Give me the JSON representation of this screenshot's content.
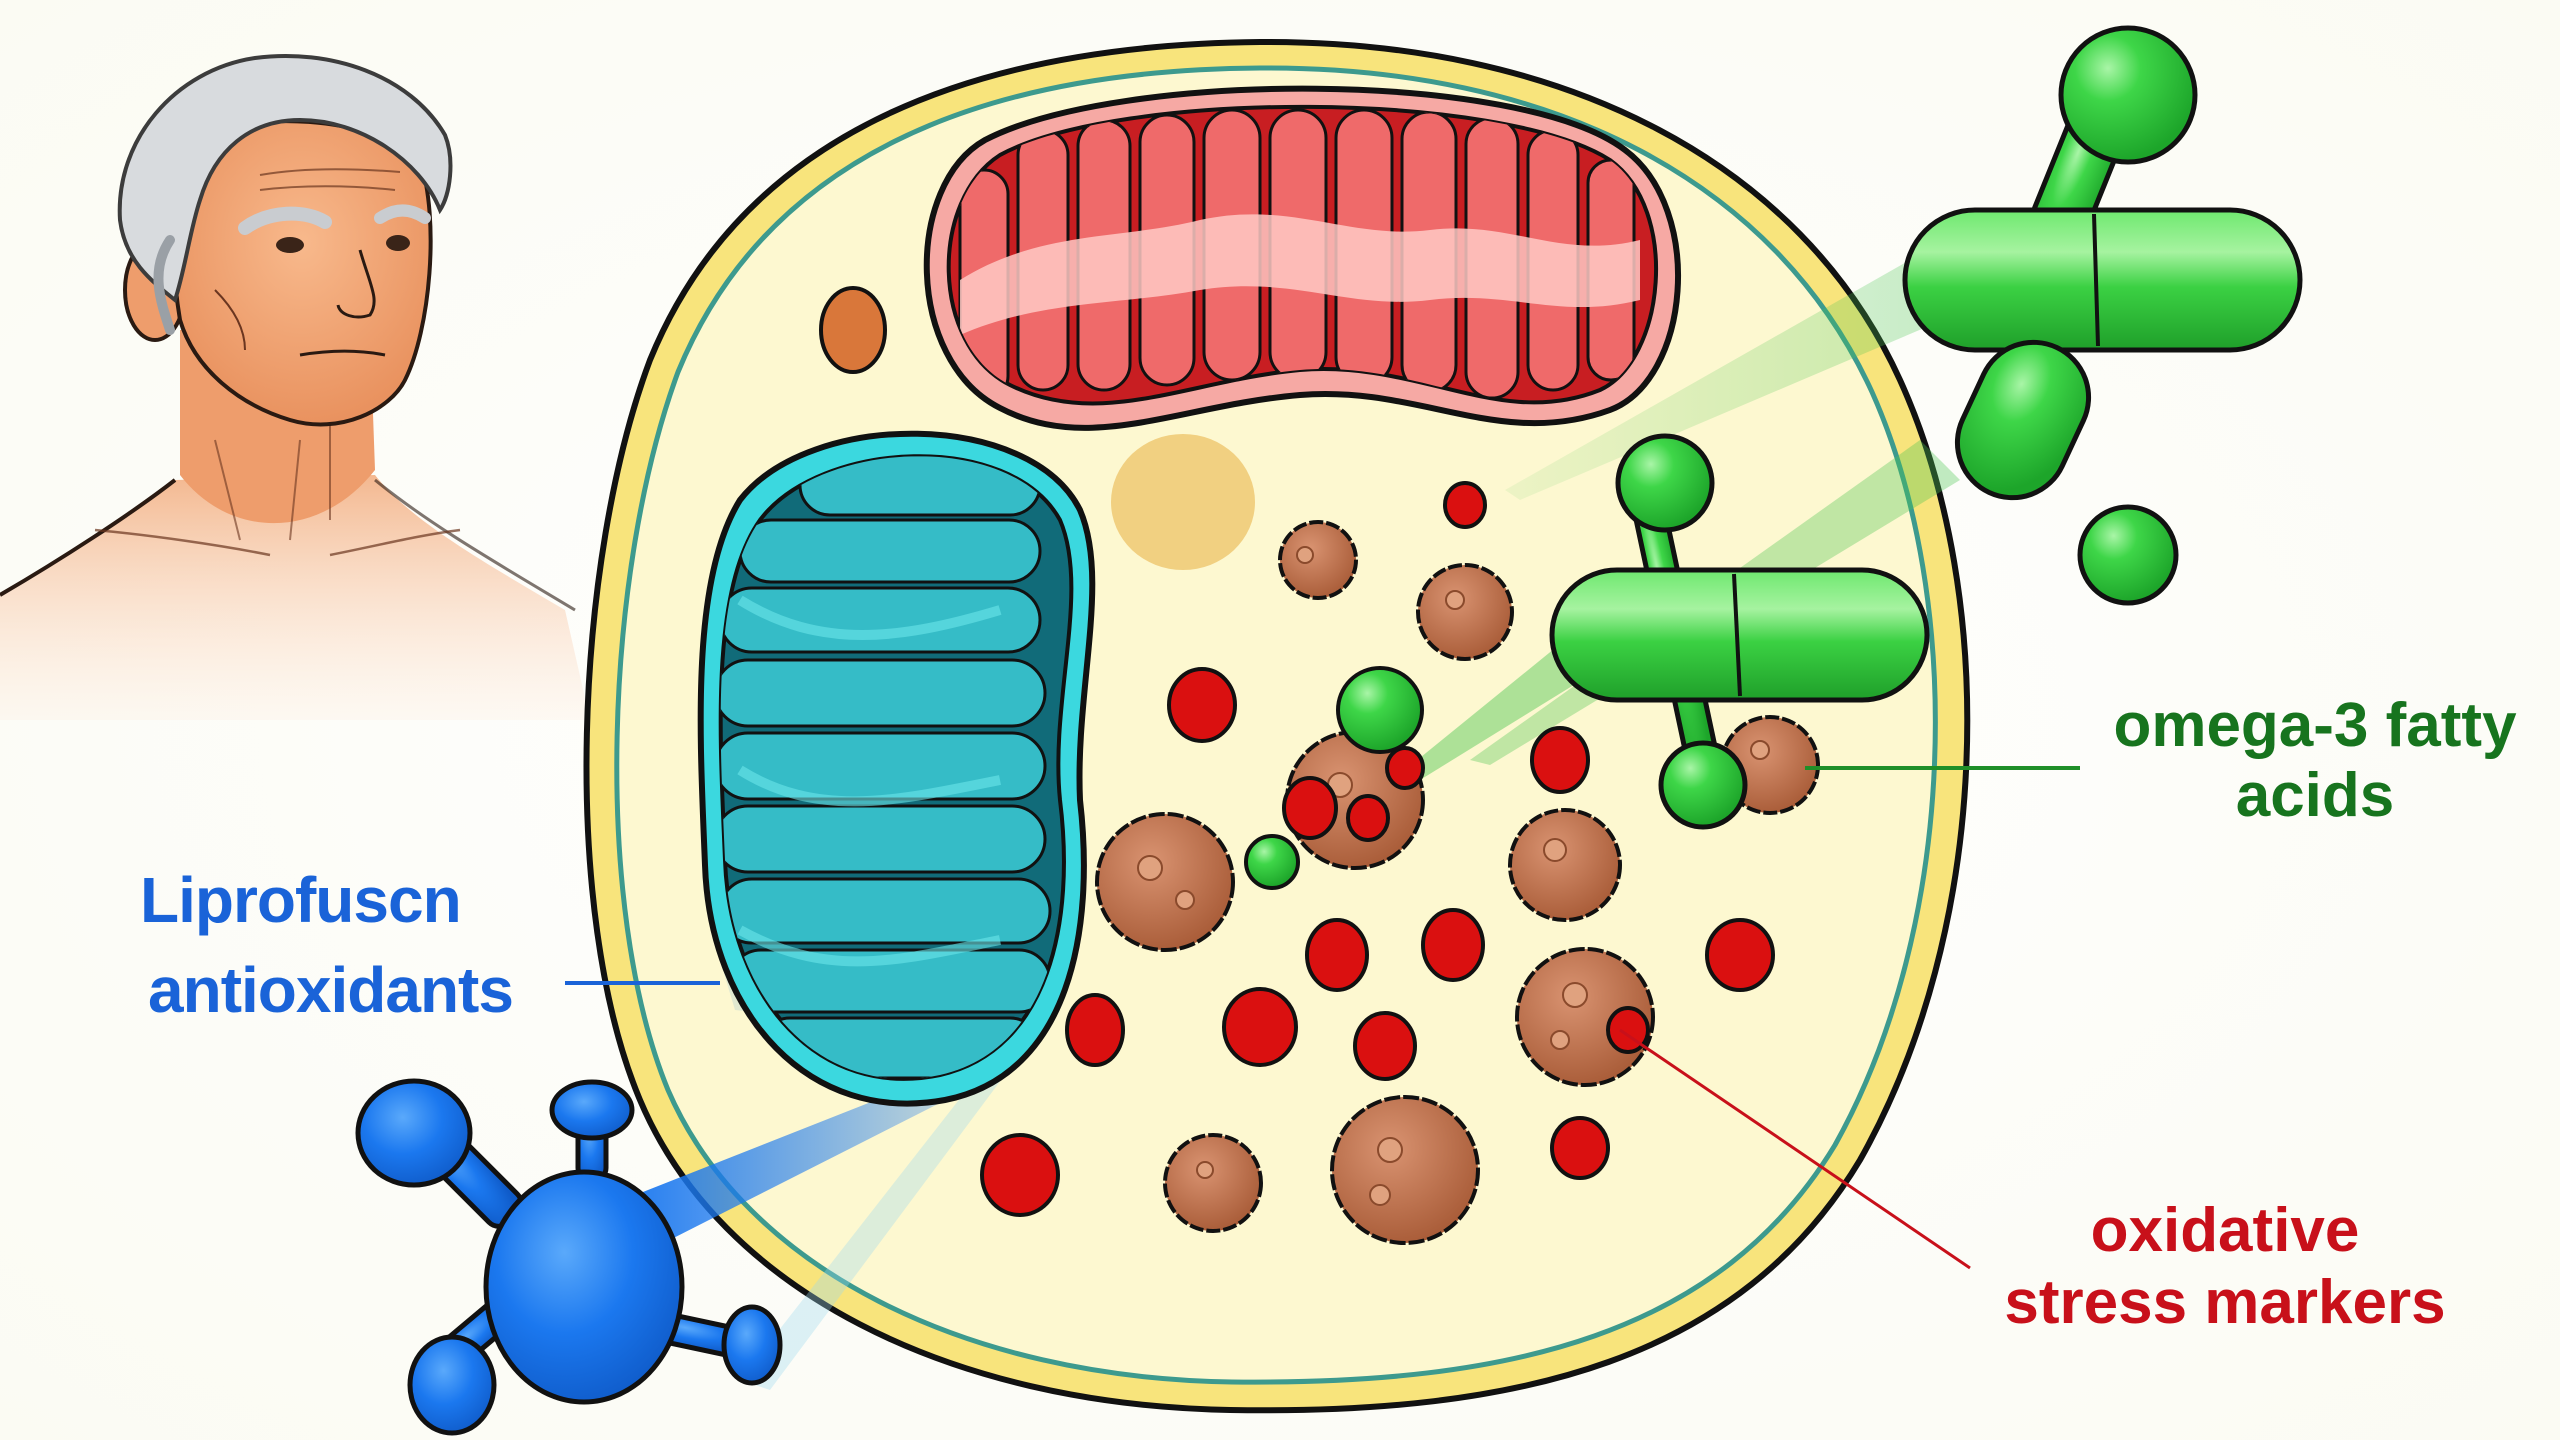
{
  "diagram": {
    "subject": "Aging cell with lipofuscin, antioxidants, omega-3 fatty acids and oxidative stress markers",
    "figures": {
      "elderly_person": "elderly-man-portrait",
      "cell": "cell-cross-section",
      "organelles": [
        "red-mitochondrion",
        "teal-mitochondrion",
        "orange-vesicle",
        "tan-nucleolus-blob"
      ],
      "particles": {
        "lipofuscin_granules": 10,
        "red_oxidative_dots": 14,
        "green_molecules": 3
      }
    },
    "labels": {
      "antioxidant_line1": "Liprofuscn",
      "antioxidant_line2": "antioxidants",
      "omega_line1": "omega-3 fatty",
      "omega_line2": "acids",
      "oxidative_line1": "oxidative",
      "oxidative_line2": "stress markers"
    },
    "colors": {
      "antioxidant_blue": "#1a63d8",
      "omega_green": "#17741e",
      "oxidative_red": "#c8101a",
      "cell_fill": "#fdf8cf",
      "cell_membrane": "#f7e27a",
      "membrane_inner": "#3d9a8e",
      "mito_red": "#ef6a6a",
      "mito_teal": "#35cfd6",
      "lipofuscin_brown": "#b9714a",
      "molecule_green": "#2fcf3a",
      "molecule_blue": "#1b78ef"
    }
  }
}
